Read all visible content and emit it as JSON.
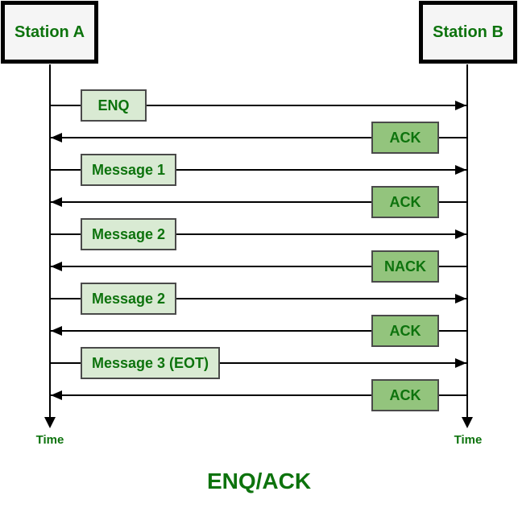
{
  "diagram": {
    "title": "ENQ/ACK",
    "stations": [
      {
        "id": "A",
        "label": "Station A",
        "time_label": "Time"
      },
      {
        "id": "B",
        "label": "Station B",
        "time_label": "Time"
      }
    ],
    "messages": [
      {
        "label": "ENQ",
        "direction": "a-to-b",
        "kind": "request"
      },
      {
        "label": "ACK",
        "direction": "b-to-a",
        "kind": "ack"
      },
      {
        "label": "Message 1",
        "direction": "a-to-b",
        "kind": "request"
      },
      {
        "label": "ACK",
        "direction": "b-to-a",
        "kind": "ack"
      },
      {
        "label": "Message 2",
        "direction": "a-to-b",
        "kind": "request"
      },
      {
        "label": "NACK",
        "direction": "b-to-a",
        "kind": "ack"
      },
      {
        "label": "Message 2",
        "direction": "a-to-b",
        "kind": "request"
      },
      {
        "label": "ACK",
        "direction": "b-to-a",
        "kind": "ack"
      },
      {
        "label": "Message 3 (EOT)",
        "direction": "a-to-b",
        "kind": "request"
      },
      {
        "label": "ACK",
        "direction": "b-to-a",
        "kind": "ack"
      }
    ],
    "colors": {
      "text_green": "#0d730d",
      "request_box_fill": "#d9ead3",
      "ack_box_fill": "#93c47d",
      "station_fill": "#f5f5f5",
      "line": "#000000"
    }
  }
}
